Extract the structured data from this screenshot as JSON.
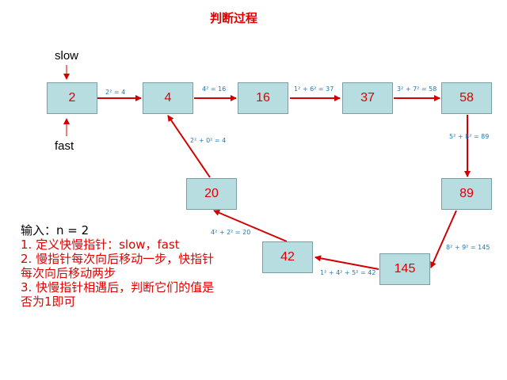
{
  "title": "判断过程",
  "pointers": {
    "slow": "slow",
    "fast": "fast"
  },
  "nodes": [
    "2",
    "4",
    "16",
    "37",
    "58",
    "89",
    "145",
    "42",
    "20"
  ],
  "equations": {
    "e_2_4": "2² = 4",
    "e_4_16": "4² = 16",
    "e_16_37": "1² + 6² = 37",
    "e_37_58": "3² + 7² = 58",
    "e_58_89": "5² + 8² = 89",
    "e_89_145": "8² + 9² = 145",
    "e_145_42": "1² + 4² + 5² = 42",
    "e_42_20": "4² + 2² = 20",
    "e_20_4": "2² + 0² = 4"
  },
  "explanation": {
    "input": "输入：n = 2",
    "steps": [
      "1. 定义快慢指针：slow，fast",
      "2. 慢指针每次向后移动一步，快指针每次向后移动两步",
      "3. 快慢指针相遇后，判断它们的值是否为1即可"
    ]
  },
  "colors": {
    "node_fill": "#b7dde0",
    "node_text": "#e00000",
    "arrow": "#d00000",
    "equation": "#1f78b4"
  }
}
